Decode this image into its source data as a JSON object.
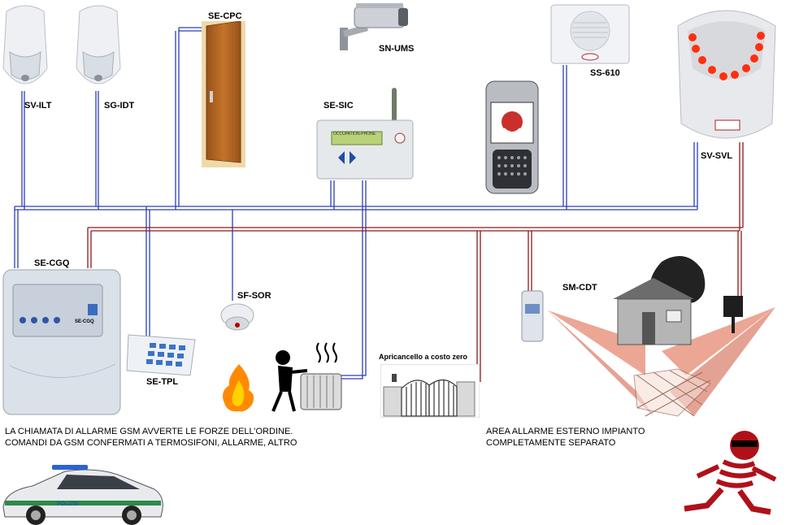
{
  "devices": {
    "sv_ilt": "SV-ILT",
    "sg_idt": "SG-IDT",
    "se_cpc": "SE-CPC",
    "sn_ums": "SN-UMS",
    "se_sic": "SE-SIC",
    "ss_610": "SS-610",
    "sv_svl": "SV-SVL",
    "se_cgq": "SE-CGQ",
    "sf_sor": "SF-SOR",
    "se_tpl": "SE-TPL",
    "sm_cdt": "SM-CDT"
  },
  "gate_caption": "Apricancello a costo zero",
  "captions": {
    "left_line1": "LA CHIAMATA DI ALLARME GSM AVVERTE LE FORZE DELL’ORDINE.",
    "left_line2": "COMANDI DA GSM CONFERMATI A TERMOSIFONI, ALLARME, ALTRO",
    "right_line1": "AREA ALLARME ESTERNO IMPIANTO",
    "right_line2": "COMPLETAMENTE SEPARATO"
  },
  "panel_badge": "SE-CGQ",
  "sic_display": "OCCUPATION-PHONE",
  "police_text": "POLIZEI",
  "colors": {
    "blue_bus": "#2b3fb8",
    "red_bus": "#8b1a1a"
  },
  "icons": [
    "motion-sensor-icon",
    "door-icon",
    "camera-icon",
    "gsm-module-icon",
    "speaker-icon",
    "phone-icon",
    "siren-icon",
    "control-panel-icon",
    "smoke-detector-icon",
    "keypad-icon",
    "fire-icon",
    "radiator-icon",
    "gate-icon",
    "house-icon",
    "floodlight-icon",
    "police-car-icon",
    "burglar-icon"
  ]
}
